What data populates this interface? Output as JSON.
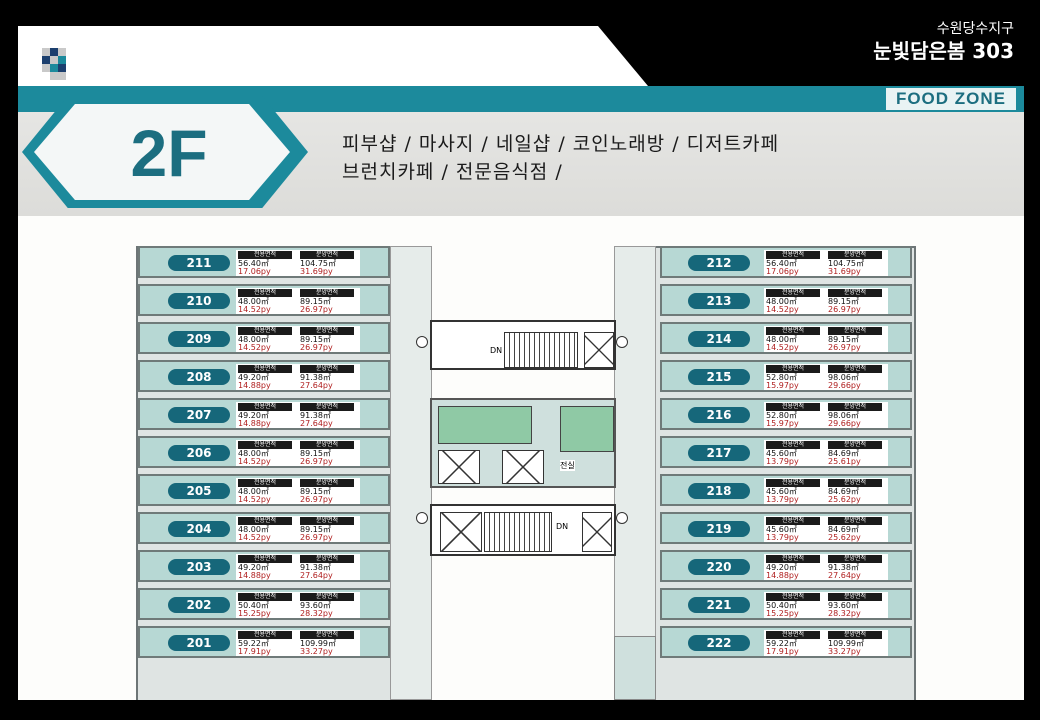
{
  "header": {
    "subtitle": "수원당수지구",
    "title": "눈빛담은봄 303"
  },
  "banner": {
    "zone": "FOOD ZONE",
    "floor": "2F",
    "uses_line1": "피부샵 / 마사지 / 네일샵 / 코인노래방 / 디저트카페",
    "uses_line2": "브런치카페 / 전문음식점 /"
  },
  "labels": {
    "exclusive": "전용면적",
    "sale": "분양면적",
    "room": "전실",
    "dn1": "DN",
    "dn2": "DN"
  },
  "units_left": [
    {
      "no": "211",
      "ex_m2": "56.40㎡",
      "ex_py": "17.06py",
      "sa_m2": "104.75㎡",
      "sa_py": "31.69py"
    },
    {
      "no": "210",
      "ex_m2": "48.00㎡",
      "ex_py": "14.52py",
      "sa_m2": "89.15㎡",
      "sa_py": "26.97py"
    },
    {
      "no": "209",
      "ex_m2": "48.00㎡",
      "ex_py": "14.52py",
      "sa_m2": "89.15㎡",
      "sa_py": "26.97py"
    },
    {
      "no": "208",
      "ex_m2": "49.20㎡",
      "ex_py": "14.88py",
      "sa_m2": "91.38㎡",
      "sa_py": "27.64py"
    },
    {
      "no": "207",
      "ex_m2": "49.20㎡",
      "ex_py": "14.88py",
      "sa_m2": "91.38㎡",
      "sa_py": "27.64py"
    },
    {
      "no": "206",
      "ex_m2": "48.00㎡",
      "ex_py": "14.52py",
      "sa_m2": "89.15㎡",
      "sa_py": "26.97py"
    },
    {
      "no": "205",
      "ex_m2": "48.00㎡",
      "ex_py": "14.52py",
      "sa_m2": "89.15㎡",
      "sa_py": "26.97py"
    },
    {
      "no": "204",
      "ex_m2": "48.00㎡",
      "ex_py": "14.52py",
      "sa_m2": "89.15㎡",
      "sa_py": "26.97py"
    },
    {
      "no": "203",
      "ex_m2": "49.20㎡",
      "ex_py": "14.88py",
      "sa_m2": "91.38㎡",
      "sa_py": "27.64py"
    },
    {
      "no": "202",
      "ex_m2": "50.40㎡",
      "ex_py": "15.25py",
      "sa_m2": "93.60㎡",
      "sa_py": "28.32py"
    },
    {
      "no": "201",
      "ex_m2": "59.22㎡",
      "ex_py": "17.91py",
      "sa_m2": "109.99㎡",
      "sa_py": "33.27py"
    }
  ],
  "units_right": [
    {
      "no": "212",
      "ex_m2": "56.40㎡",
      "ex_py": "17.06py",
      "sa_m2": "104.75㎡",
      "sa_py": "31.69py"
    },
    {
      "no": "213",
      "ex_m2": "48.00㎡",
      "ex_py": "14.52py",
      "sa_m2": "89.15㎡",
      "sa_py": "26.97py"
    },
    {
      "no": "214",
      "ex_m2": "48.00㎡",
      "ex_py": "14.52py",
      "sa_m2": "89.15㎡",
      "sa_py": "26.97py"
    },
    {
      "no": "215",
      "ex_m2": "52.80㎡",
      "ex_py": "15.97py",
      "sa_m2": "98.06㎡",
      "sa_py": "29.66py"
    },
    {
      "no": "216",
      "ex_m2": "52.80㎡",
      "ex_py": "15.97py",
      "sa_m2": "98.06㎡",
      "sa_py": "29.66py"
    },
    {
      "no": "217",
      "ex_m2": "45.60㎡",
      "ex_py": "13.79py",
      "sa_m2": "84.69㎡",
      "sa_py": "25.61py"
    },
    {
      "no": "218",
      "ex_m2": "45.60㎡",
      "ex_py": "13.79py",
      "sa_m2": "84.69㎡",
      "sa_py": "25.62py"
    },
    {
      "no": "219",
      "ex_m2": "45.60㎡",
      "ex_py": "13.79py",
      "sa_m2": "84.69㎡",
      "sa_py": "25.62py"
    },
    {
      "no": "220",
      "ex_m2": "49.20㎡",
      "ex_py": "14.88py",
      "sa_m2": "91.38㎡",
      "sa_py": "27.64py"
    },
    {
      "no": "221",
      "ex_m2": "50.40㎡",
      "ex_py": "15.25py",
      "sa_m2": "93.60㎡",
      "sa_py": "28.32py"
    },
    {
      "no": "222",
      "ex_m2": "59.22㎡",
      "ex_py": "17.91py",
      "sa_m2": "109.99㎡",
      "sa_py": "33.27py"
    }
  ],
  "colors": {
    "brand": "#1c8a9c",
    "unit_badge": "#16677a",
    "area_py": "#b02020"
  },
  "icons": {
    "logo": "checker-logo-icon"
  }
}
